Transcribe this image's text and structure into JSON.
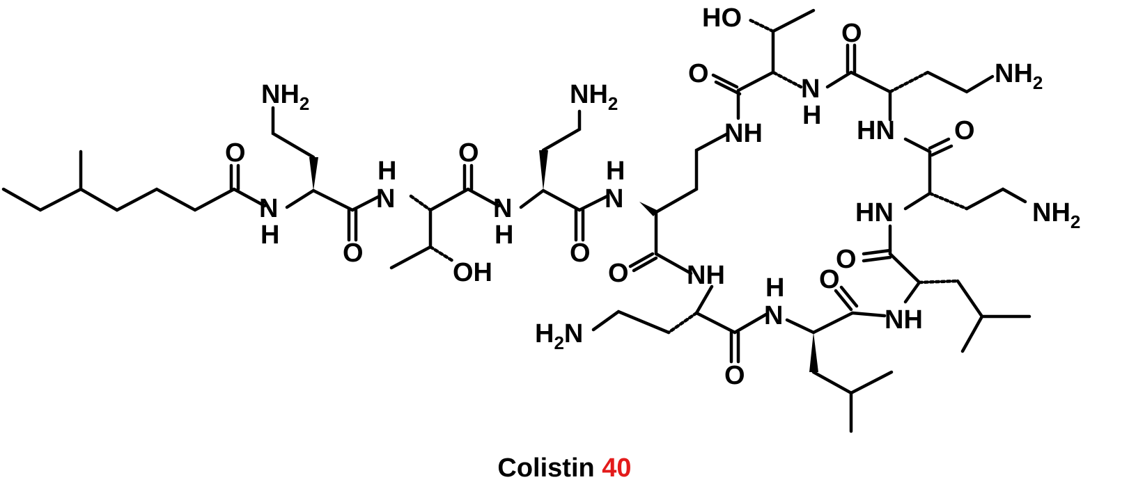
{
  "caption": {
    "name": "Colistin",
    "number": "40",
    "number_color": "#e31b1b"
  },
  "atoms": {
    "nh2": "NH",
    "h2n": "H",
    "n_sub": "2",
    "o": "O",
    "h": "H",
    "n": "N",
    "nh": "NH",
    "hn": "HN",
    "oh": "OH",
    "ho": "HO"
  }
}
